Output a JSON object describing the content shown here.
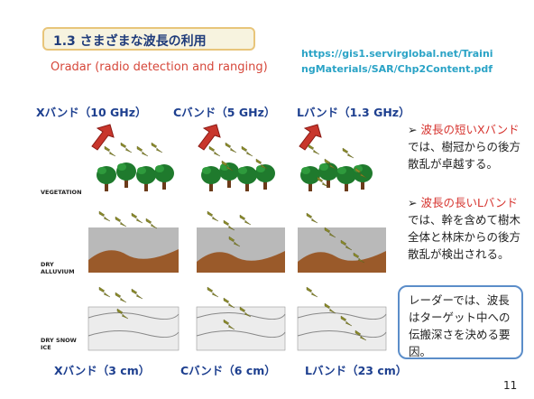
{
  "slide": {
    "title": "1.3 さまざまな波長の利用",
    "url": "https://gis1.servirglobal.net/TrainingMaterials/SAR/Chp2Content.pdf",
    "radar": "Oradar (radio detection and ranging)",
    "bands_top": [
      "Xバンド（10 GHz）",
      "Cバンド（5 GHz）",
      "Lバンド（1.3 GHz）"
    ],
    "bands_bottom": [
      "Xバンド（3 cm）",
      "Cバンド（6 cm）",
      "Lバンド（23 cm）"
    ],
    "row_labels": {
      "vegetation": "VEGETATION",
      "alluvium": "DRY\nALLUVIUM",
      "snow": "DRY SNOW\nICE"
    },
    "note1": {
      "bullet": "➢ ",
      "highlight": "波長の短いXバンド",
      "text": "では、樹冠からの後方散乱が卓越する。"
    },
    "note2": {
      "bullet": "➢ ",
      "highlight": "波長の長いLバンド",
      "text": "では、幹を含めて樹木全体と林床からの後方散乱が検出される。"
    },
    "callout": "レーダーでは、波長はターゲット中への伝搬深さを決める要因。",
    "page_number": "11"
  }
}
